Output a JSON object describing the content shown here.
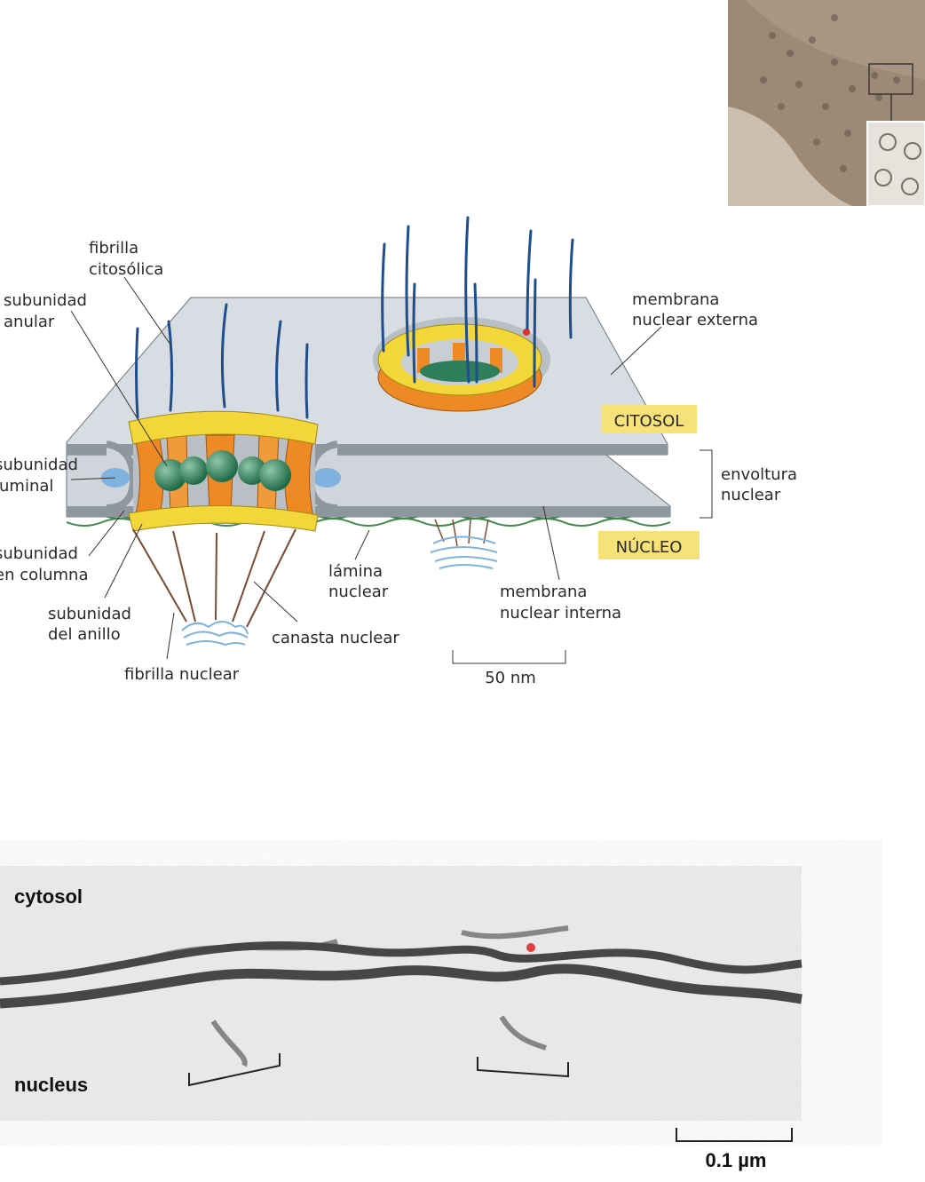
{
  "diagram": {
    "labels": {
      "fibrilla_citosolica": [
        "fibrilla",
        "citosólica"
      ],
      "subunidad_anular": [
        "subunidad",
        "anular"
      ],
      "subunidad_luminal": [
        "subunidad",
        "luminal"
      ],
      "subunidad_en_columna": [
        "subunidad",
        "en columna"
      ],
      "subunidad_del_anillo": [
        "subunidad",
        "del anillo"
      ],
      "fibrilla_nuclear": "fibrilla nuclear",
      "canasta_nuclear": "canasta nuclear",
      "lamina_nuclear": [
        "lámina",
        "nuclear"
      ],
      "membrana_nuclear_externa": [
        "membrana",
        "nuclear externa"
      ],
      "membrana_nuclear_interna": [
        "membrana",
        "nuclear interna"
      ],
      "envoltura_nuclear": [
        "envoltura",
        "nuclear"
      ],
      "citosol": "CITOSOL",
      "nucleo": "NÚCLEO",
      "scale_bar": "50 nm"
    },
    "colors": {
      "membrane": "#c9d0d6",
      "ring": "#f2d63a",
      "column": "#ee8a26",
      "central": "#2e7d5b",
      "cyto_fibril": "#1f4e8c",
      "label_box": "#f7e27a"
    }
  },
  "micrograph": {
    "labels": {
      "cytosol": "cytosol",
      "nucleus": "nucleus",
      "scale_bar": "0.1 µm"
    }
  }
}
